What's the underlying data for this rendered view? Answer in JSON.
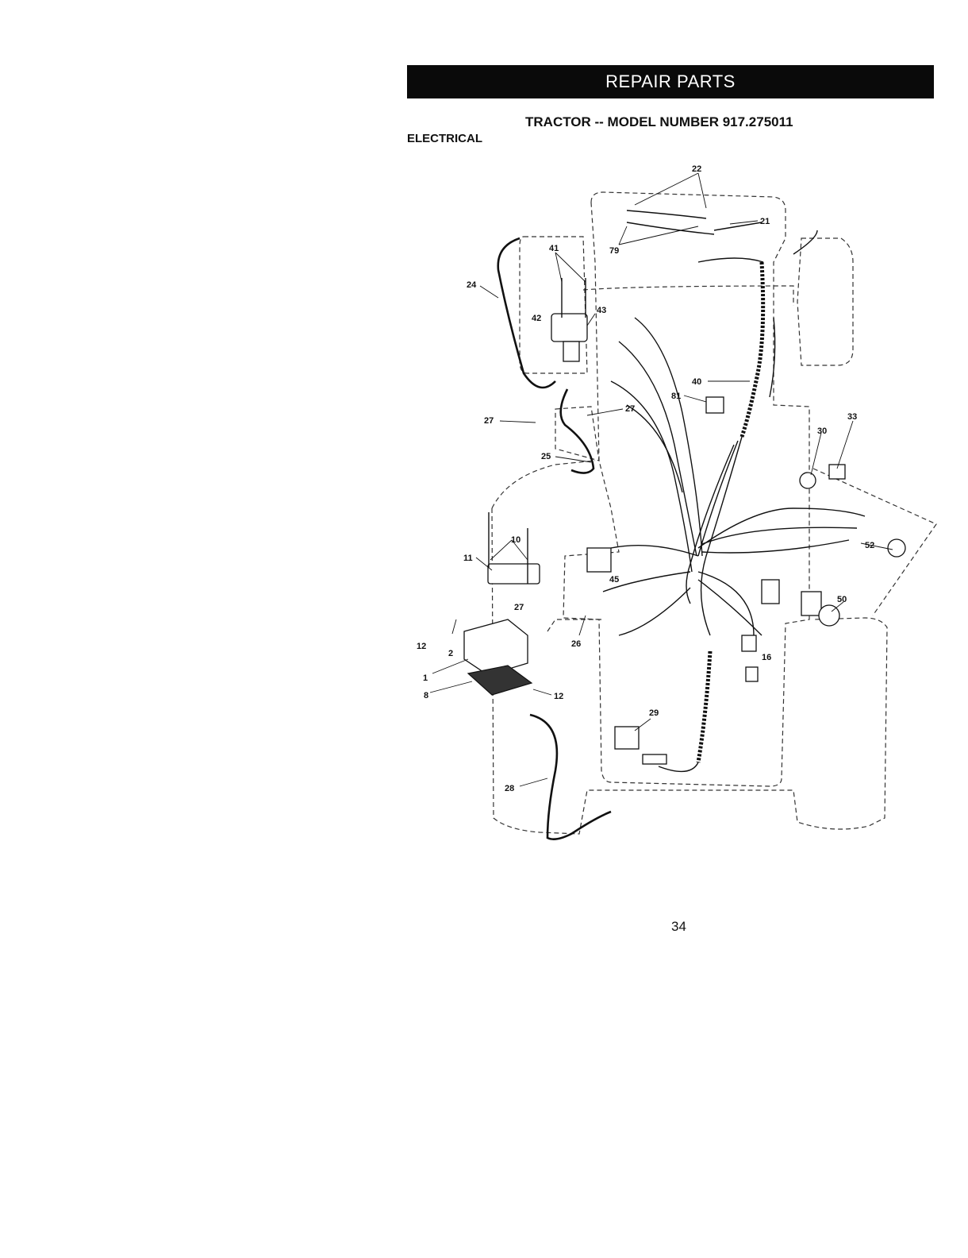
{
  "header": {
    "banner": "REPAIR PARTS",
    "title": "TRACTOR -- MODEL NUMBER 917.275011",
    "section": "ELECTRICAL"
  },
  "diagram": {
    "callouts": [
      {
        "id": "c22",
        "label": "22"
      },
      {
        "id": "c21",
        "label": "21"
      },
      {
        "id": "c79",
        "label": "79"
      },
      {
        "id": "c41",
        "label": "41"
      },
      {
        "id": "c24",
        "label": "24"
      },
      {
        "id": "c42",
        "label": "42"
      },
      {
        "id": "c43",
        "label": "43"
      },
      {
        "id": "c40",
        "label": "40"
      },
      {
        "id": "c81",
        "label": "81"
      },
      {
        "id": "c27a",
        "label": "27"
      },
      {
        "id": "c27b",
        "label": "27"
      },
      {
        "id": "c33",
        "label": "33"
      },
      {
        "id": "c30",
        "label": "30"
      },
      {
        "id": "c25",
        "label": "25"
      },
      {
        "id": "c10",
        "label": "10"
      },
      {
        "id": "c11",
        "label": "11"
      },
      {
        "id": "c45",
        "label": "45"
      },
      {
        "id": "c52",
        "label": "52"
      },
      {
        "id": "c27c",
        "label": "27"
      },
      {
        "id": "c50",
        "label": "50"
      },
      {
        "id": "c12a",
        "label": "12"
      },
      {
        "id": "c2",
        "label": "2"
      },
      {
        "id": "c26",
        "label": "26"
      },
      {
        "id": "c16",
        "label": "16"
      },
      {
        "id": "c1",
        "label": "1"
      },
      {
        "id": "c8",
        "label": "8"
      },
      {
        "id": "c12b",
        "label": "12"
      },
      {
        "id": "c29",
        "label": "29"
      },
      {
        "id": "c28",
        "label": "28"
      }
    ]
  },
  "footer": {
    "page_number": "34"
  }
}
